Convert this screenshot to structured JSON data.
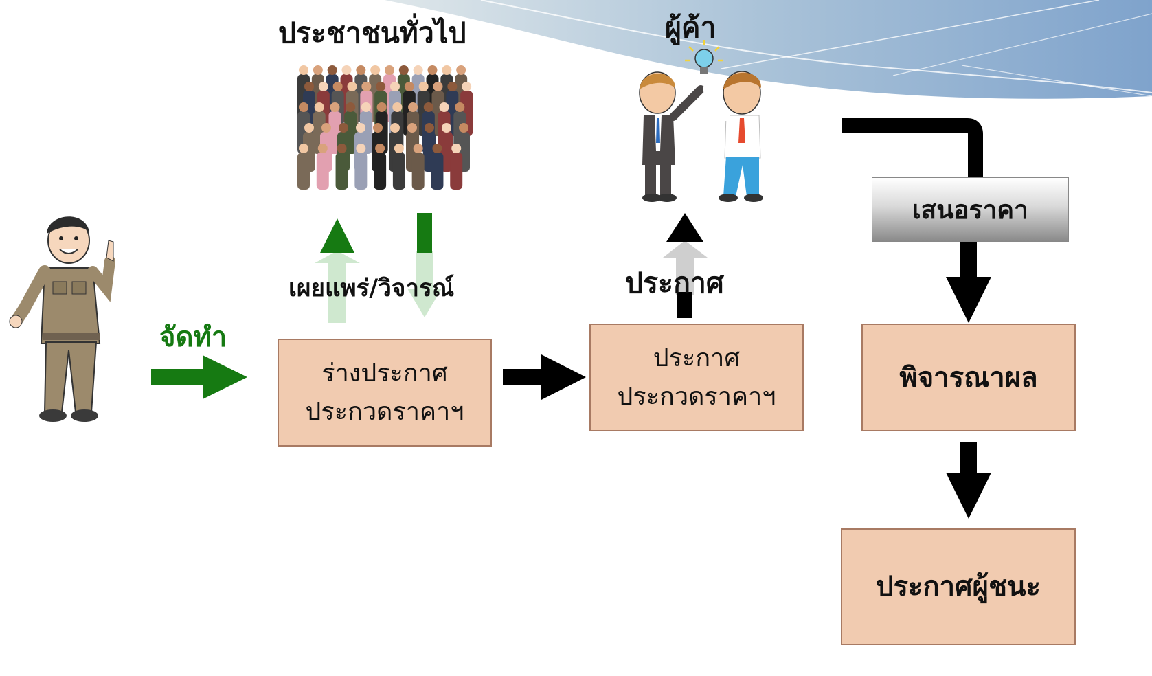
{
  "labels": {
    "public": "ประชาชนทั่วไป",
    "merchant": "ผู้ค้า",
    "prepare": "จัดทำ",
    "disseminate": "เผยแพร่/วิจารณ์",
    "announce": "ประกาศ",
    "offer": "เสนอราคา"
  },
  "boxes": {
    "draft": [
      "ร่างประกาศ",
      "ประกวดราคาฯ"
    ],
    "announcement": [
      "ประกาศ",
      "ประกวดราคาฯ"
    ],
    "consider": "พิจารณาผล",
    "winner": "ประกาศผู้ชนะ"
  },
  "colors": {
    "box_fill": "#f1cbb0",
    "box_border": "#a87a63",
    "green_arrow": "#167a12",
    "light_green_arrow": "#cfe8cf",
    "black_arrow": "#000000"
  }
}
